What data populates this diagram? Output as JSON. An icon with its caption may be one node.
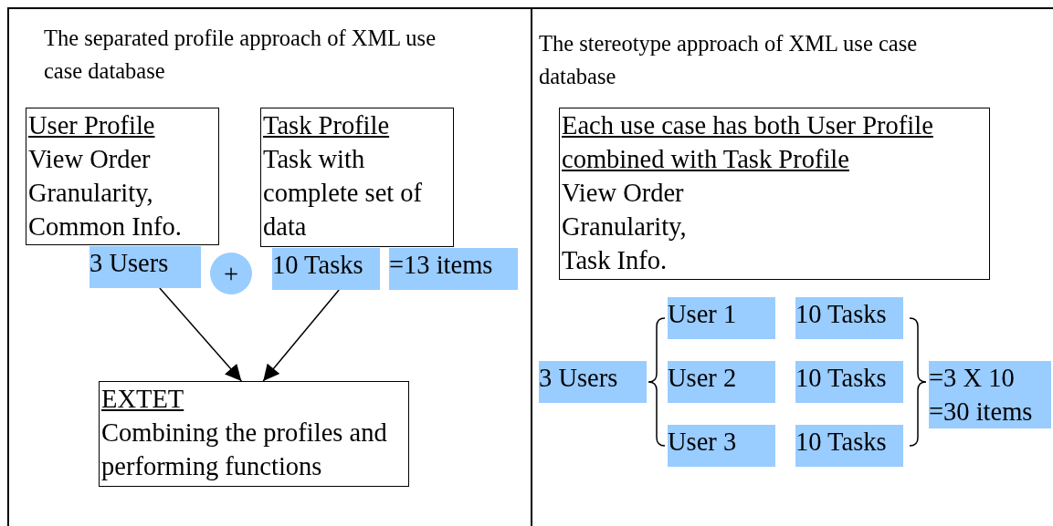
{
  "diagram": {
    "nodes": [
      {
        "text": [
          "User Profile",
          "View Order Granularity, Common Info."
        ]
      },
      {
        "text": [
          "Task Profile",
          "Task with complete set of data"
        ]
      },
      {
        "text": [
          "3 Users"
        ]
      },
      {
        "text": [
          "+"
        ]
      },
      {
        "text": [
          "10 Tasks"
        ]
      },
      {
        "text": [
          "=13 items"
        ]
      },
      {
        "text": [
          "EXTET",
          "Combining the profiles and performing functions"
        ]
      },
      {
        "text": [
          "Each use case has both User Profile combined with Task Profile",
          "View Order Granularity, Task Info."
        ]
      },
      {
        "text": [
          "3 Users"
        ]
      },
      {
        "text": [
          "User 1"
        ]
      },
      {
        "text": [
          "User 2"
        ]
      },
      {
        "text": [
          "User 3"
        ]
      },
      {
        "text": [
          "10 Tasks"
        ]
      },
      {
        "text": [
          "10 Tasks"
        ]
      },
      {
        "text": [
          "10 Tasks"
        ]
      },
      {
        "text": [
          "=3 X 10 =30 items"
        ]
      }
    ],
    "edges": [
      {
        "from": 2,
        "to": 6,
        "arrow": "to"
      },
      {
        "from": 4,
        "to": 6,
        "arrow": "to"
      }
    ],
    "labels": [
      "The separated profile approach of XML use case database",
      "The stereotype approach of XML use case database"
    ]
  }
}
